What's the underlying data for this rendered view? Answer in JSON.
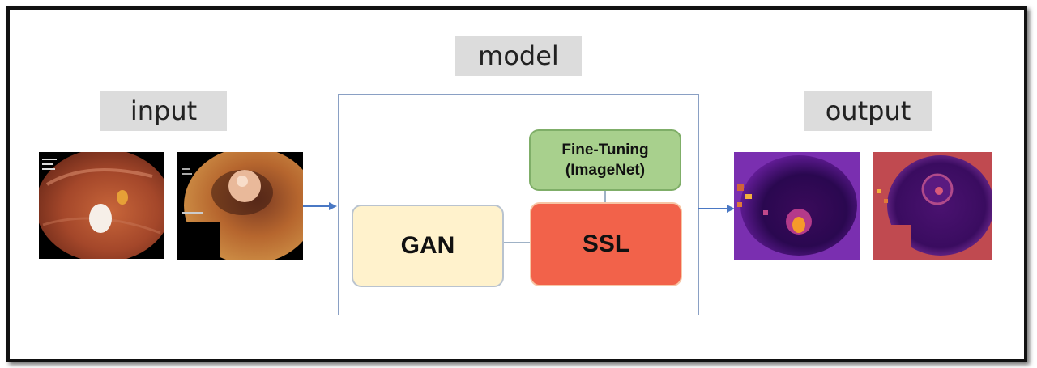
{
  "labels": {
    "input": "input",
    "model": "model",
    "output": "output"
  },
  "blocks": {
    "gan": "GAN",
    "ssl": "SSL",
    "fine_tuning": "Fine-Tuning\n(ImageNet)"
  },
  "images": {
    "input_1": "colonoscopy-image",
    "input_2": "colonoscopy-image",
    "output_1": "heatmap-image",
    "output_2": "heatmap-image"
  },
  "colors": {
    "gan_fill": "#fff2cc",
    "ssl_fill": "#f2624a",
    "fine_tuning_fill": "#a8d08d",
    "arrow": "#4a78c4",
    "model_border": "#8aa0c4",
    "label_background": "#dcdcdc"
  }
}
